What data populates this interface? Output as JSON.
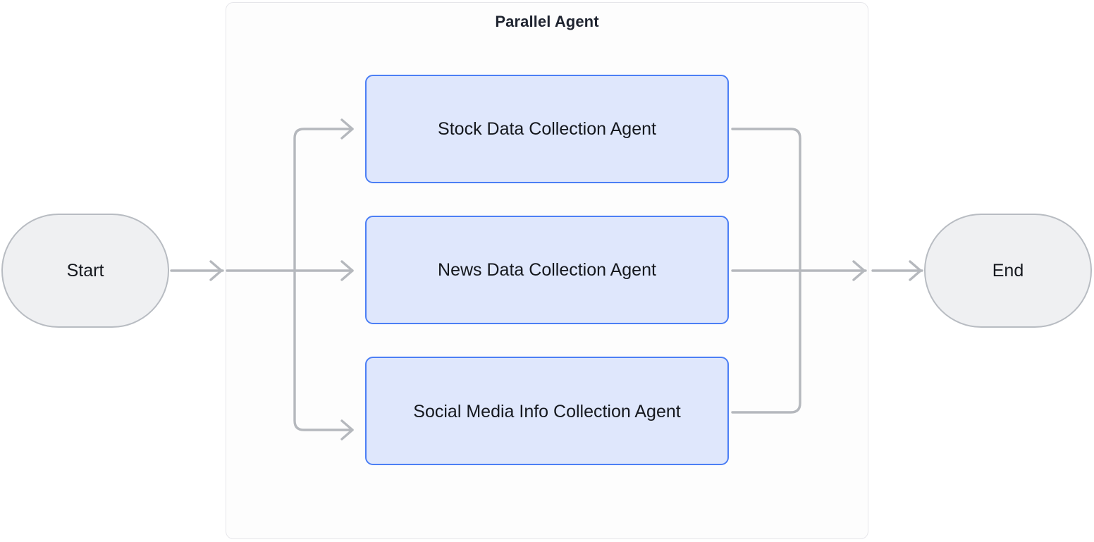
{
  "diagram": {
    "title": "Parallel Agent",
    "type": "flowchart",
    "orientation": "left-to-right",
    "background_color": "#ffffff"
  },
  "nodes": {
    "start": {
      "label": "Start",
      "shape": "stadium",
      "fill": "#eff0f2",
      "stroke": "#b8bcc2"
    },
    "end": {
      "label": "End",
      "shape": "stadium",
      "fill": "#eff0f2",
      "stroke": "#b8bcc2"
    },
    "group": {
      "label": "Parallel Agent",
      "shape": "rounded-rect",
      "fill": "#fdfdfd",
      "stroke": "#e6e6ea"
    },
    "agents": [
      {
        "label": "Stock Data Collection Agent",
        "shape": "rounded-rect",
        "fill": "#dfe7fc",
        "stroke": "#4c7ff5"
      },
      {
        "label": "News Data Collection Agent",
        "shape": "rounded-rect",
        "fill": "#dfe7fc",
        "stroke": "#4c7ff5"
      },
      {
        "label": "Social Media Info Collection Agent",
        "shape": "rounded-rect",
        "fill": "#dfe7fc",
        "stroke": "#4c7ff5"
      }
    ]
  },
  "edges": [
    {
      "from": "Start",
      "to": "Parallel Agent",
      "style": "solid-arrow",
      "color": "#b5b8bd"
    },
    {
      "from": "Parallel Agent",
      "to": "Stock Data Collection Agent",
      "style": "solid-arrow",
      "color": "#b5b8bd"
    },
    {
      "from": "Parallel Agent",
      "to": "News Data Collection Agent",
      "style": "solid-arrow",
      "color": "#b5b8bd"
    },
    {
      "from": "Parallel Agent",
      "to": "Social Media Info Collection Agent",
      "style": "solid-arrow",
      "color": "#b5b8bd"
    },
    {
      "from": "Stock Data Collection Agent",
      "to": "merge",
      "style": "solid",
      "color": "#b5b8bd"
    },
    {
      "from": "News Data Collection Agent",
      "to": "merge",
      "style": "solid",
      "color": "#b5b8bd"
    },
    {
      "from": "Social Media Info Collection Agent",
      "to": "merge",
      "style": "solid",
      "color": "#b5b8bd"
    },
    {
      "from": "merge",
      "to": "End",
      "style": "solid-arrow",
      "color": "#b5b8bd"
    }
  ],
  "colors": {
    "edge": "#b5b8bd",
    "agent_fill": "#dfe7fc",
    "agent_stroke": "#4c7ff5",
    "terminal_fill": "#eff0f2",
    "terminal_stroke": "#b8bcc2",
    "group_stroke": "#e6e6ea",
    "text": "#15181e",
    "title_text": "#1f2430"
  }
}
